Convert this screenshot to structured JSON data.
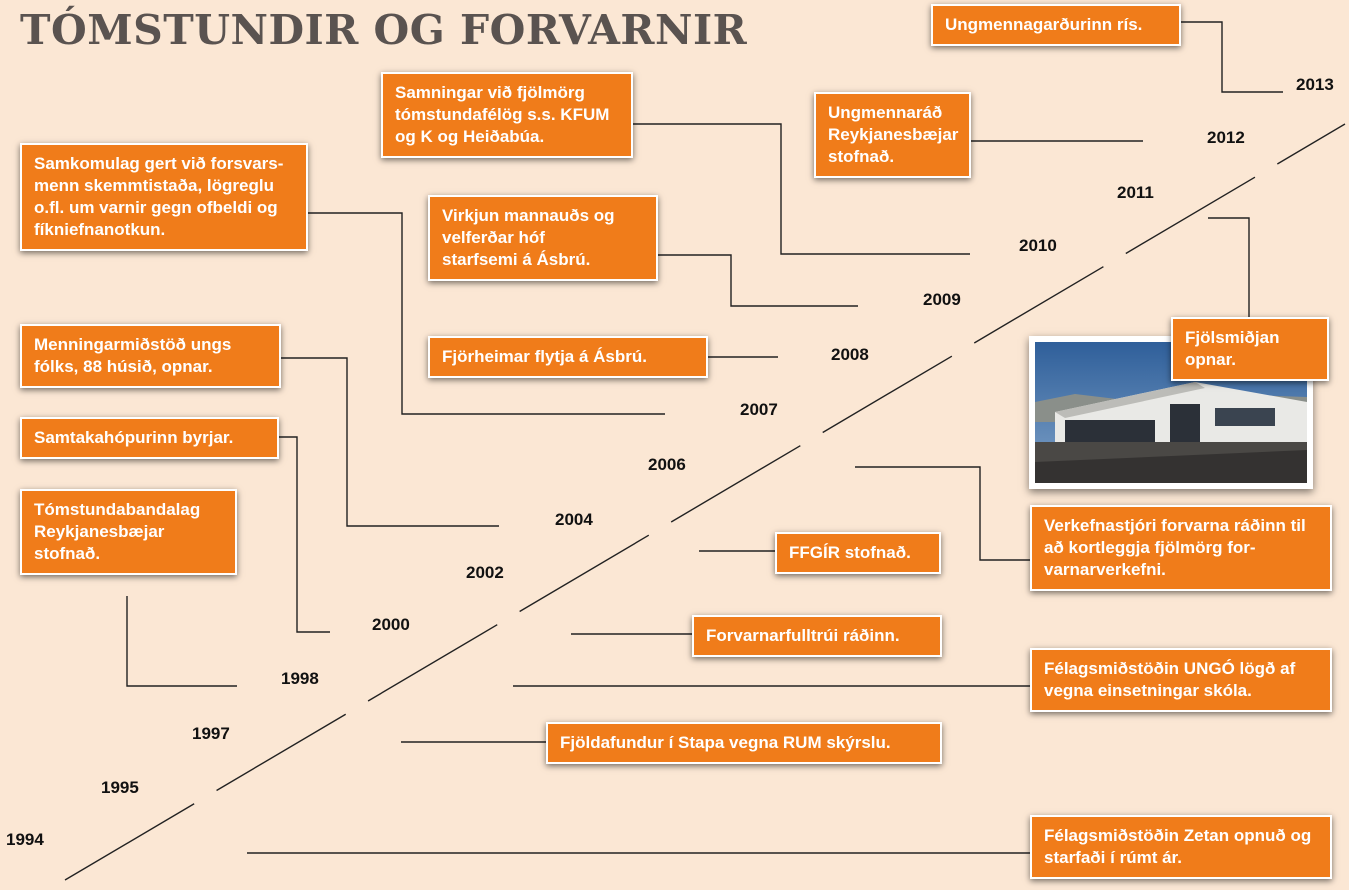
{
  "title": "TÓMSTUNDIR OG FORVARNIR",
  "years": {
    "y1994": "1994",
    "y1995": "1995",
    "y1997": "1997",
    "y1998": "1998",
    "y2000": "2000",
    "y2002": "2002",
    "y2004": "2004",
    "y2006": "2006",
    "y2007": "2007",
    "y2008": "2008",
    "y2009": "2009",
    "y2010": "2010",
    "y2011": "2011",
    "y2012": "2012",
    "y2013": "2013"
  },
  "events": {
    "ungmennagardurinn": "Ungmennagarðurinn rís.",
    "samningar": "Samningar við fjölmörg tómstundafélög s.s. KFUM og K og Heiðabúa.",
    "ungmennarad": "Ungmennaráð Reykjanesbæjar stofnað.",
    "samkomulag": "Samkomulag gert við forsvars-menn skemmtistaða, lögreglu o.fl. um varnir gegn ofbeldi og fíkniefnanotkun.",
    "virkjun": "Virkjun mannauðs og velferðar hóf starfsemi á Ásbrú.",
    "fjorheimar": "Fjörheimar flytja á Ásbrú.",
    "menningarmidstod": "Menningarmiðstöð ungs fólks, 88 húsið, opnar.",
    "samtakahopurinn": "Samtakahópurinn byrjar.",
    "tomstundabandalag": "Tómstundabandalag Reykjanesbæjar stofnað.",
    "fjolsmidjan": "Fjölsmiðjan opnar.",
    "verkefnastjori": "Verkefnastjóri forvarna ráðinn til að kortleggja fjölmörg for-varnarverkefni.",
    "ffgir": "FFGÍR stofnað.",
    "forvarnarfulltrui": "Forvarnarfulltrúi ráðinn.",
    "ungo": "Félagsmiðstöðin UNGÓ lögð af vegna einsetningar skóla.",
    "fjoldafundur": "Fjöldafundur í Stapa vegna RUM skýrslu.",
    "zetan": "Félagsmiðstöðin Zetan opnuð og starfaði í rúmt ár."
  },
  "colors": {
    "background": "#fbe7d4",
    "box": "#f07c1a",
    "title": "#5a5350",
    "line": "#222222"
  }
}
